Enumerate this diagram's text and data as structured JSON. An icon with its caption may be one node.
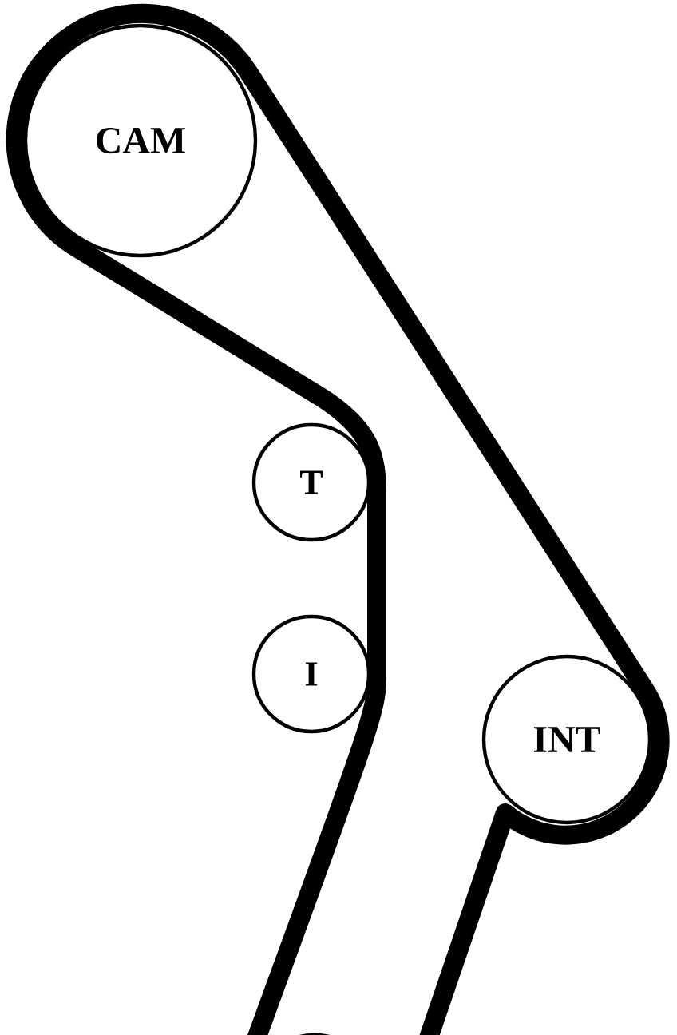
{
  "diagram": {
    "nodes": [
      {
        "text": [
          "CAM"
        ]
      },
      {
        "text": [
          "T"
        ]
      },
      {
        "text": [
          "I"
        ]
      },
      {
        "text": [
          "INT"
        ]
      },
      {
        "text": [],
        "shape": "circle"
      }
    ]
  }
}
